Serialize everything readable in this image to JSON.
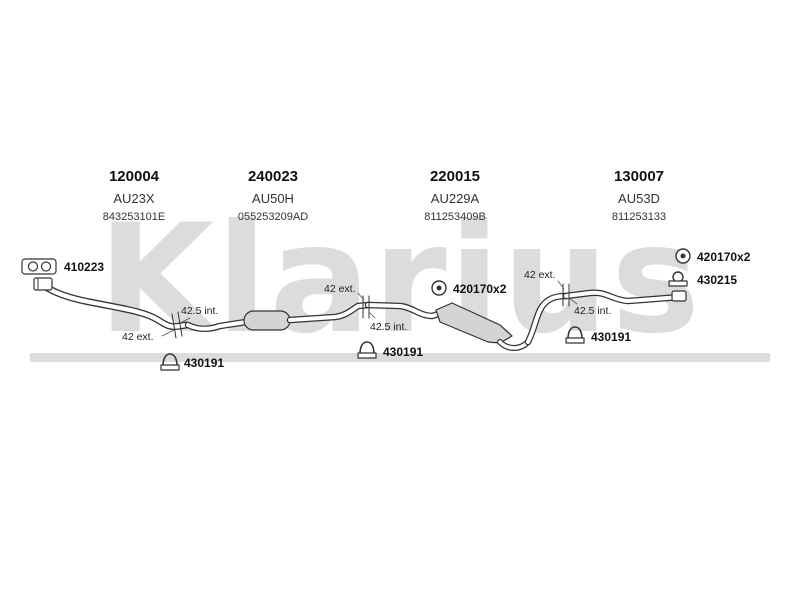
{
  "brand": {
    "watermark": "Klarius",
    "watermark_color": "#dcdcdc"
  },
  "colors": {
    "outline": "#333333",
    "pipe_fill": "#ffffff",
    "muffler_fill": "#d4d4d4",
    "text": "#222222"
  },
  "columns": [
    {
      "code": "120004",
      "model": "AU23X",
      "oem": "843253101E"
    },
    {
      "code": "240023",
      "model": "AU50H",
      "oem": "055253209AD"
    },
    {
      "code": "220015",
      "model": "AU229A",
      "oem": "811253409B"
    },
    {
      "code": "130007",
      "model": "AU53D",
      "oem": "811253133"
    }
  ],
  "parts": {
    "gasket_front": {
      "code": "410223",
      "icon": "gasket-icon"
    },
    "clamp_1": {
      "code": "430191",
      "icon": "clamp-icon"
    },
    "clamp_2": {
      "code": "430191",
      "icon": "clamp-icon"
    },
    "clamp_3": {
      "code": "430191",
      "icon": "clamp-icon"
    },
    "rubber_mount_rear": {
      "code": "420170x2",
      "icon": "rubber-mount-icon"
    },
    "rubber_mount_mid": {
      "code": "420170x2",
      "icon": "rubber-mount-icon"
    },
    "tail_clamp": {
      "code": "430215",
      "icon": "clamp-icon"
    }
  },
  "dimensions": {
    "joint_1_ext": "42 ext.",
    "joint_1_int": "42.5 int.",
    "joint_2_ext": "42 ext.",
    "joint_2_int": "42.5 int.",
    "joint_3_ext": "42 ext.",
    "joint_3_int": "42.5 int."
  }
}
